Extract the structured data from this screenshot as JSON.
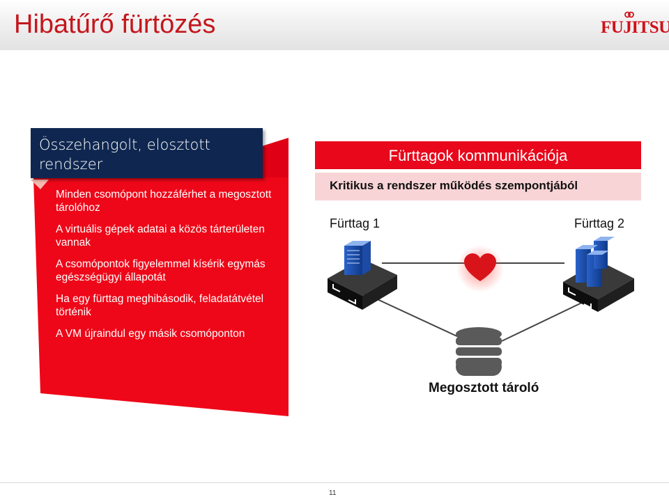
{
  "slide": {
    "title": "Hibatűrő fürtözés",
    "logo": "FUJITSU",
    "page_number": "11"
  },
  "left_panel": {
    "box_title": "Összehangolt, elosztott rendszer",
    "bullets": [
      "Minden csomópont hozzáférhet a megosztott tárolóhoz",
      "A virtuális gépek adatai a közös tárterületen vannak",
      "A csomópontok figyelemmel kísérik egymás egészségügyi állapotát",
      "Ha egy fürttag meghibásodik, feladatátvétel történik",
      "A VM újraindul egy másik csomóponton"
    ]
  },
  "diagram": {
    "header": "Fürttagok kommunikációja",
    "subheader": "Kritikus a rendszer működés szempontjából",
    "node1": "Fürttag 1",
    "node2": "Fürttag 2",
    "storage": "Megosztott tároló"
  },
  "colors": {
    "title": "#c4161c",
    "accent_red": "#e8071b",
    "navy": "#0f2750",
    "light_pink": "#f9d4d6"
  },
  "icons": [
    "server-icon",
    "heart-icon",
    "database-icon",
    "fujitsu-logo-mark"
  ]
}
